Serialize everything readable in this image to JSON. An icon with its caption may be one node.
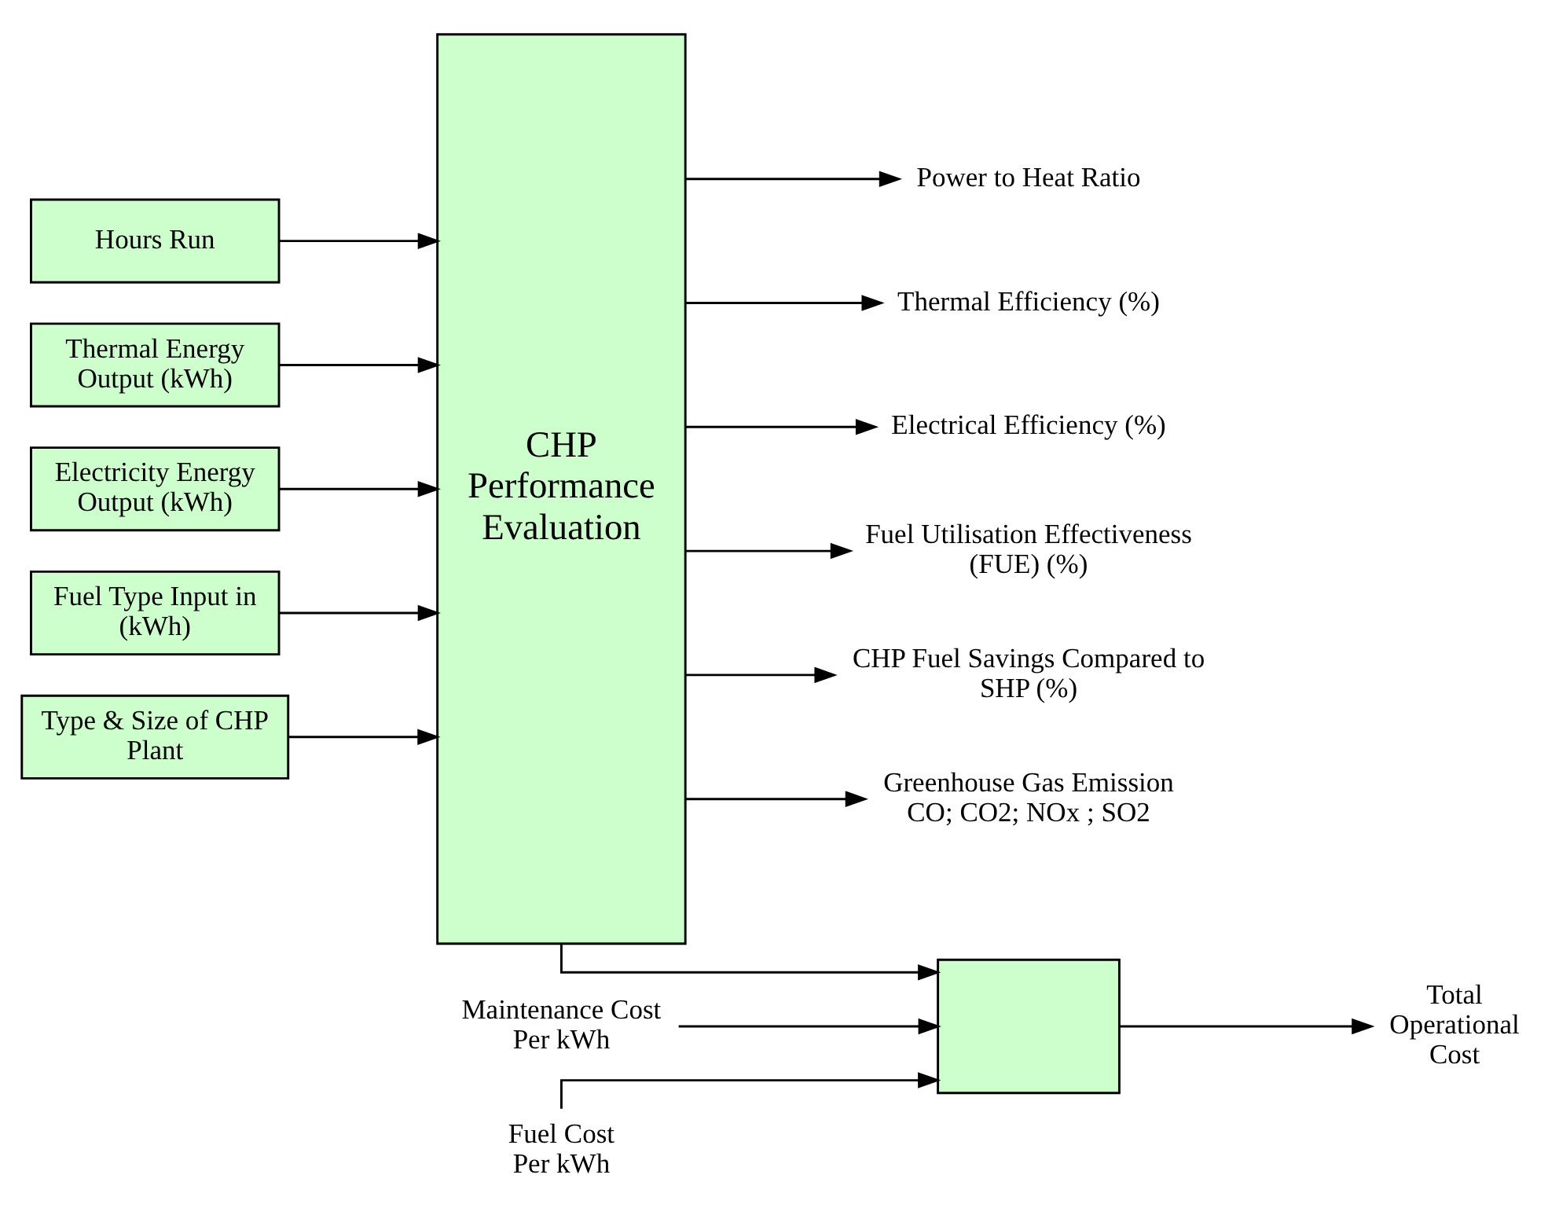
{
  "diagram": {
    "nodes": [
      {
        "text": [
          "Hours Run"
        ]
      },
      {
        "text": [
          "Thermal Energy Output (kWh)"
        ]
      },
      {
        "text": [
          "Electricity Energy Output (kWh)"
        ]
      },
      {
        "text": [
          "Fuel Type Input in (kWh)"
        ]
      },
      {
        "text": [
          "Type & Size of CHP Plant"
        ]
      },
      {
        "text": [
          "CHP Performance Evaluation"
        ]
      },
      {
        "text": [
          "Power to Heat Ratio"
        ]
      },
      {
        "text": [
          "Thermal Efficiency (%)"
        ]
      },
      {
        "text": [
          "Electrical Efficiency (%)"
        ]
      },
      {
        "text": [
          "Fuel Utilisation Effectiveness (FUE) (%)"
        ]
      },
      {
        "text": [
          "CHP Fuel Savings Compared to SHP (%)"
        ]
      },
      {
        "text": [
          "Greenhouse Gas Emission CO; CO2; NOx ; SO2"
        ]
      },
      {
        "text": [],
        "shape": "box"
      },
      {
        "text": [
          "Total Operational Cost"
        ]
      },
      {
        "text": [
          "Maintenance Cost Per kWh"
        ]
      },
      {
        "text": [
          "Fuel Cost Per kWh"
        ]
      }
    ],
    "edges": [
      {
        "from": 0,
        "to": 5,
        "arrow": "to"
      },
      {
        "from": 1,
        "to": 5,
        "arrow": "to"
      },
      {
        "from": 2,
        "to": 5,
        "arrow": "to"
      },
      {
        "from": 3,
        "to": 5,
        "arrow": "to"
      },
      {
        "from": 4,
        "to": 5,
        "arrow": "to"
      },
      {
        "from": 5,
        "to": 6,
        "arrow": "to"
      },
      {
        "from": 5,
        "to": 7,
        "arrow": "to"
      },
      {
        "from": 5,
        "to": 8,
        "arrow": "to"
      },
      {
        "from": 5,
        "to": 9,
        "arrow": "to"
      },
      {
        "from": 5,
        "to": 10,
        "arrow": "to"
      },
      {
        "from": 5,
        "to": 11,
        "arrow": "to"
      },
      {
        "from": 5,
        "to": 12,
        "arrow": "to"
      },
      {
        "from": 14,
        "to": 12,
        "arrow": "to"
      },
      {
        "from": 15,
        "to": 12,
        "arrow": "to"
      },
      {
        "from": 12,
        "to": 13,
        "arrow": "to"
      }
    ]
  }
}
